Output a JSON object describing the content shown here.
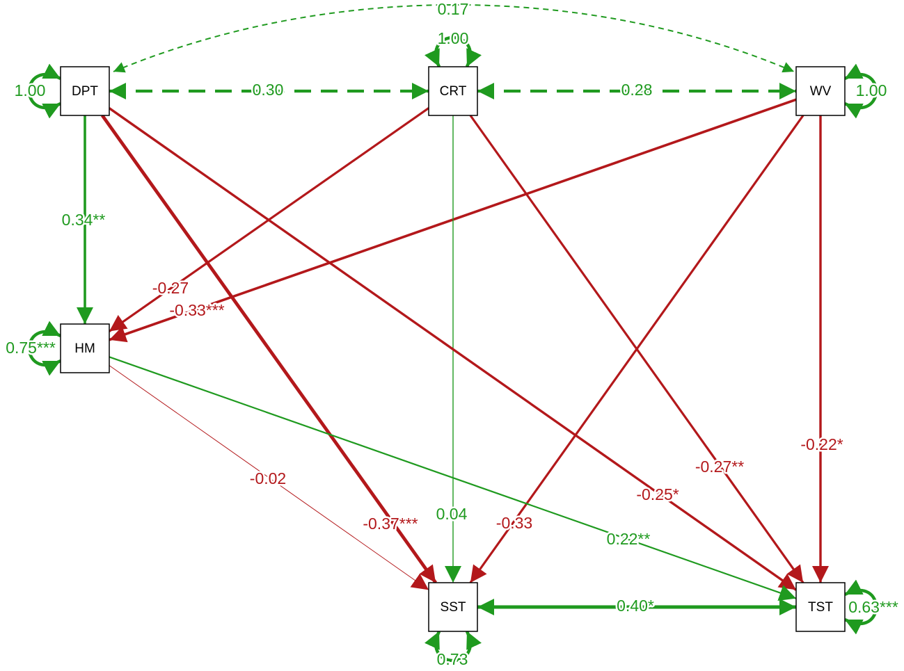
{
  "diagram": {
    "colors": {
      "positive": "#1f9a1f",
      "negative": "#b3181b"
    },
    "nodes": [
      {
        "id": "DPT",
        "label": "DPT"
      },
      {
        "id": "CRT",
        "label": "CRT"
      },
      {
        "id": "WV",
        "label": "WV"
      },
      {
        "id": "HM",
        "label": "HM"
      },
      {
        "id": "SST",
        "label": "SST"
      },
      {
        "id": "TST",
        "label": "TST"
      }
    ],
    "variances": [
      {
        "node": "DPT",
        "label": "1.00"
      },
      {
        "node": "CRT",
        "label": "1.00"
      },
      {
        "node": "WV",
        "label": "1.00"
      },
      {
        "node": "HM",
        "label": "0.75***"
      },
      {
        "node": "SST",
        "label": "0.73"
      },
      {
        "node": "TST",
        "label": "0.63***"
      }
    ],
    "covariances": [
      {
        "from": "DPT",
        "to": "CRT",
        "label": "0.30",
        "sign": "positive"
      },
      {
        "from": "CRT",
        "to": "WV",
        "label": "0.28",
        "sign": "positive"
      },
      {
        "from": "DPT",
        "to": "WV",
        "label": "0.17",
        "sign": "positive"
      },
      {
        "from": "SST",
        "to": "TST",
        "label": "0.40*",
        "sign": "positive"
      }
    ],
    "paths": [
      {
        "from": "DPT",
        "to": "HM",
        "label": "0.34**",
        "sign": "positive"
      },
      {
        "from": "CRT",
        "to": "HM",
        "label": "-0.27",
        "sign": "negative"
      },
      {
        "from": "WV",
        "to": "HM",
        "label": "-0.33***",
        "sign": "negative"
      },
      {
        "from": "DPT",
        "to": "SST",
        "label": "-0.37***",
        "sign": "negative"
      },
      {
        "from": "CRT",
        "to": "SST",
        "label": "0.04",
        "sign": "positive"
      },
      {
        "from": "WV",
        "to": "SST",
        "label": "-0.33",
        "sign": "negative"
      },
      {
        "from": "HM",
        "to": "SST",
        "label": "-0.02",
        "sign": "negative"
      },
      {
        "from": "DPT",
        "to": "TST",
        "label": "-0.25*",
        "sign": "negative"
      },
      {
        "from": "CRT",
        "to": "TST",
        "label": "-0.27**",
        "sign": "negative"
      },
      {
        "from": "WV",
        "to": "TST",
        "label": "-0.22*",
        "sign": "negative"
      },
      {
        "from": "HM",
        "to": "TST",
        "label": "0.22**",
        "sign": "positive"
      }
    ]
  }
}
